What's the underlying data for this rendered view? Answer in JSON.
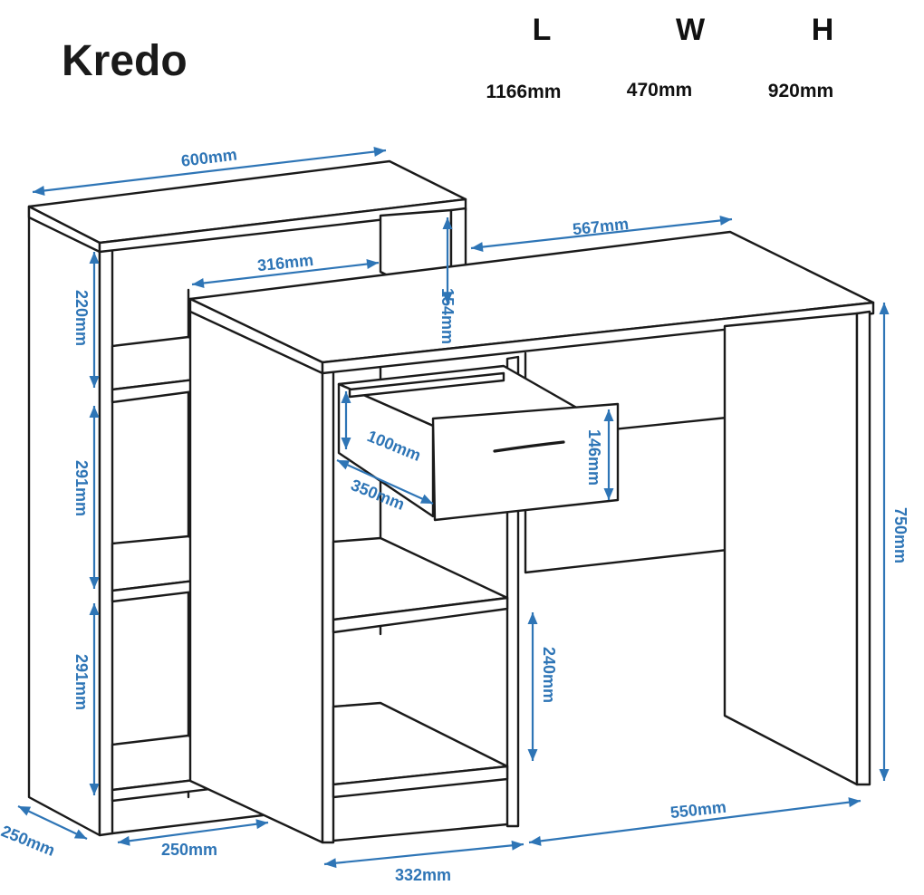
{
  "title": "Kredo",
  "overall": {
    "headers": [
      "L",
      "W",
      "H"
    ],
    "values": [
      "1166mm",
      "470mm",
      "920mm"
    ]
  },
  "dimensions": {
    "top_shelf_width": "600mm",
    "top_shelf_height": "154mm",
    "desk_width": "567mm",
    "inner_shelf_width": "316mm",
    "shelf_space_top": "220mm",
    "shelf_space_middle": "291mm",
    "shelf_space_bottom": "291mm",
    "drawer_height_inner": "100mm",
    "drawer_height": "146mm",
    "drawer_depth": "350mm",
    "cabinet_gap": "240mm",
    "desk_height": "750mm",
    "side_depth": "250mm",
    "shelf_width": "250mm",
    "cabinet_width": "332mm",
    "desk_leg_span": "550mm"
  },
  "colors": {
    "dimension": "#2e75b6",
    "outline": "#1a1a1a"
  }
}
